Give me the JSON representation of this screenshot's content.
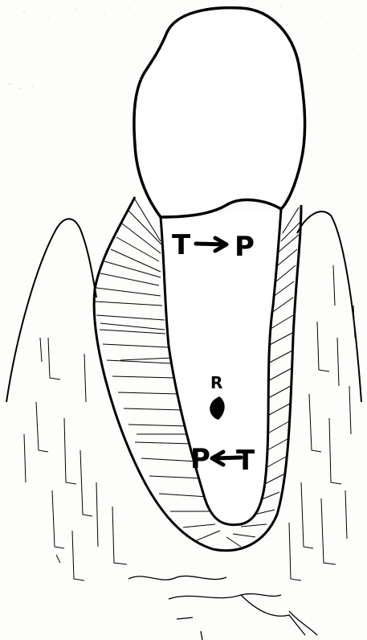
{
  "labels": {
    "top_left": "T",
    "top_right": "P",
    "center": "R",
    "bottom_left": "P",
    "bottom_right": "T"
  },
  "colors": {
    "ink": "#000000",
    "paper": "#fdfdfb"
  }
}
